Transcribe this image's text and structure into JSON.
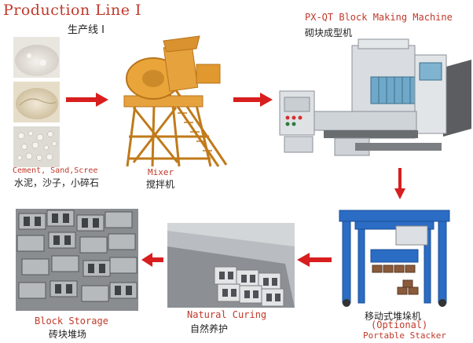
{
  "title": {
    "en": "Production Line I",
    "zh": "生产线 I"
  },
  "stages": {
    "materials": {
      "en": "Cement, Sand,Scree",
      "zh": "水泥，沙子，小碎石"
    },
    "mixer": {
      "en": "Mixer",
      "zh": "搅拌机"
    },
    "machine": {
      "en": "PX-QT Block Making Machine",
      "zh": "砌块成型机"
    },
    "stacker": {
      "zh": "移动式堆垛机",
      "optional": "(Optional)",
      "en": "Portable Stacker"
    },
    "curing": {
      "en": "Natural Curing",
      "zh": "自然养护"
    },
    "storage": {
      "en": "Block Storage",
      "zh": "砖块堆场"
    }
  },
  "colors": {
    "accent": "#c0392b",
    "arrow": "#d81e1e",
    "mixer": "#e6a23c",
    "stacker": "#2b6cc4"
  }
}
